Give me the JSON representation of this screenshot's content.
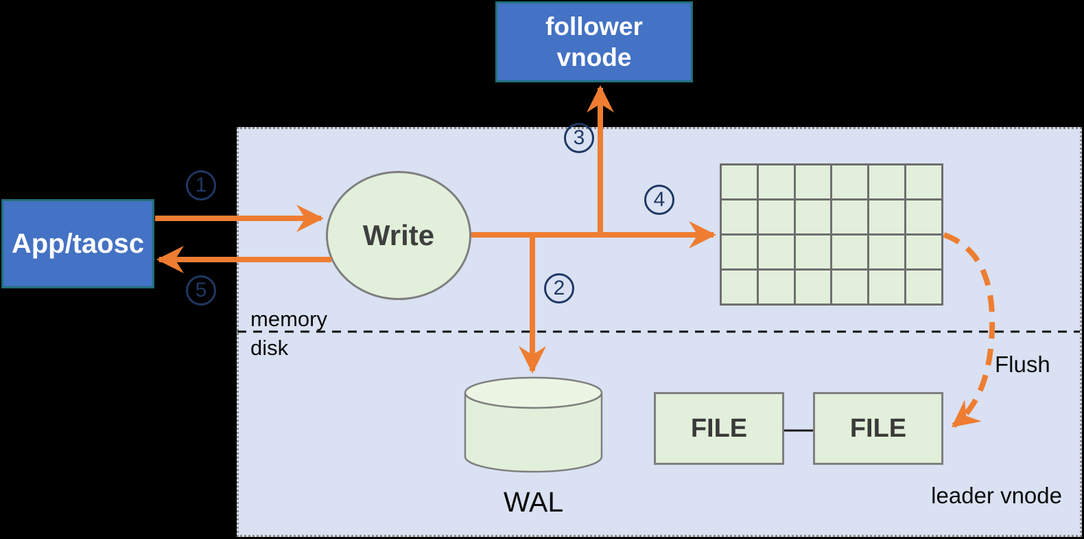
{
  "nodes": {
    "follower_vnode": {
      "line1": "follower",
      "line2": "vnode"
    },
    "app_taosc": {
      "label": "App/taosc"
    },
    "write": {
      "label": "Write"
    },
    "wal": {
      "label": "WAL"
    },
    "file_left": {
      "label": "FILE"
    },
    "file_right": {
      "label": "FILE"
    }
  },
  "labels": {
    "memory": "memory",
    "disk": "disk",
    "flush": "Flush",
    "leader_vnode": "leader vnode"
  },
  "steps": {
    "s1": "1",
    "s2": "2",
    "s3": "3",
    "s4": "4",
    "s5": "5"
  },
  "grid": {
    "rows": 4,
    "cols": 6
  },
  "colors": {
    "background": "#000000",
    "panel_fill": "#D9E1F2",
    "panel_border": "#8c8c8c",
    "node_blue_fill": "#4472C4",
    "node_blue_border": "#21707A",
    "green_fill": "#E2EFDA",
    "green_border": "#7f7f7f",
    "arrow_orange": "#EE7D31",
    "step_navy": "#1F3864",
    "text_dark": "#3f3f3f",
    "text_white": "#ffffff"
  }
}
